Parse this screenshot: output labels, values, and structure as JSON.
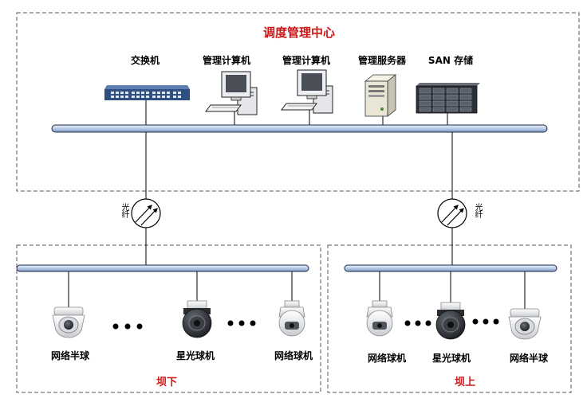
{
  "control_center": {
    "title": "调度管理中心",
    "devices": [
      {
        "label": "交换机",
        "icon": "network-switch-icon"
      },
      {
        "label": "管理计算机",
        "icon": "desktop-computer-icon"
      },
      {
        "label": "管理计算机",
        "icon": "desktop-computer-icon"
      },
      {
        "label": "管理服务器",
        "icon": "tower-server-icon"
      },
      {
        "label": "SAN 存储",
        "icon": "san-storage-icon"
      }
    ]
  },
  "links": {
    "left_fiber_label": "光纤",
    "right_fiber_label": "光纤"
  },
  "zones": {
    "downstream": {
      "label": "坝下",
      "cameras": [
        {
          "label": "网络半球",
          "icon": "dome-camera-icon"
        },
        {
          "label": "星光球机",
          "icon": "ptz-camera-icon"
        },
        {
          "label": "网络球机",
          "icon": "speed-dome-camera-icon"
        }
      ]
    },
    "upstream": {
      "label": "坝上",
      "cameras": [
        {
          "label": "网络球机",
          "icon": "speed-dome-camera-icon"
        },
        {
          "label": "星光球机",
          "icon": "ptz-camera-icon"
        },
        {
          "label": "网络半球",
          "icon": "dome-camera-icon"
        }
      ]
    }
  },
  "colors": {
    "title_red": "#d01515",
    "bus_fill": "#b9cce8",
    "bus_stroke": "#1f2a44"
  }
}
